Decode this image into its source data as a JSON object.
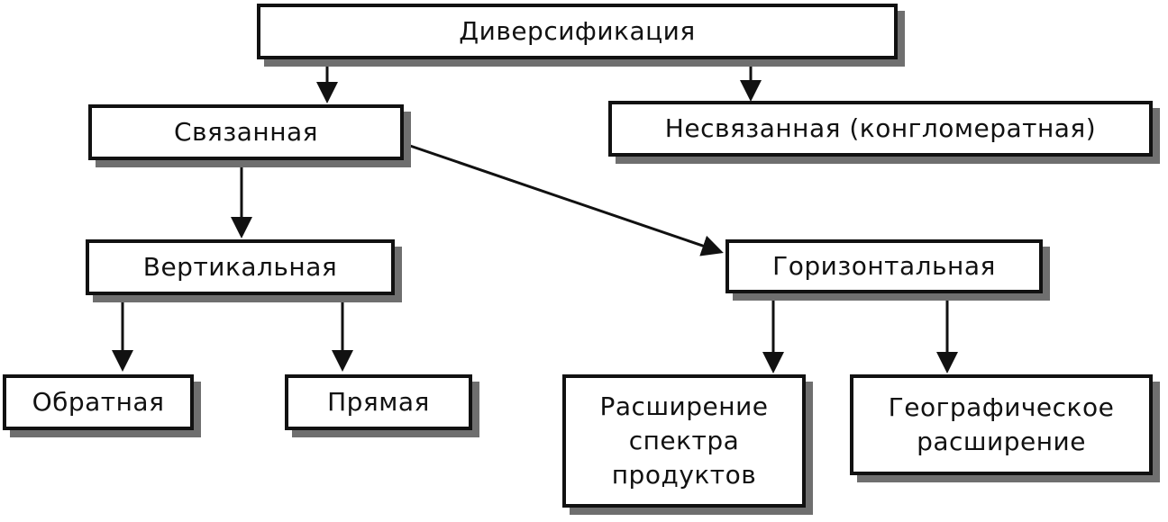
{
  "nodes": {
    "root": "Диверсификация",
    "related": "Связанная",
    "unrelated": "Несвязанная (конгломератная)",
    "vertical": "Вертикальная",
    "horizontal": "Горизонтальная",
    "backward": "Обратная",
    "forward": "Прямая",
    "product_expansion": [
      "Расширение",
      "спектра",
      "продуктов"
    ],
    "geo_expansion": [
      "Географическое",
      "расширение"
    ]
  }
}
